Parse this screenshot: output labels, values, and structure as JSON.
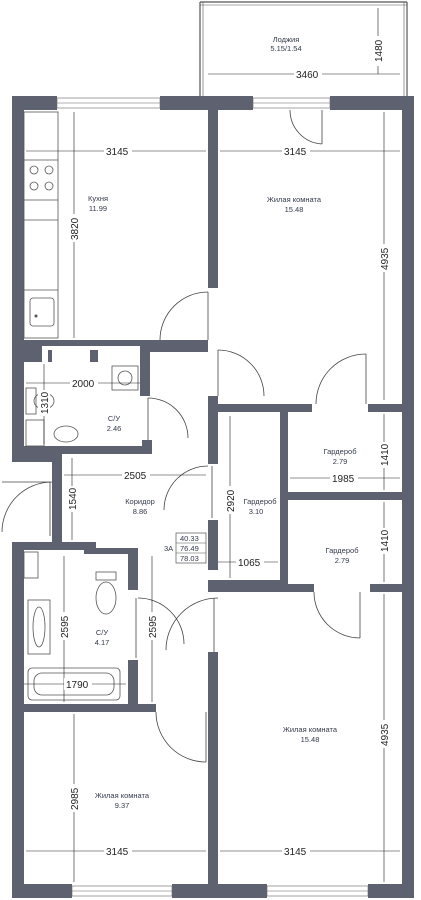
{
  "rooms": {
    "loggia": {
      "name": "Лоджия",
      "area": "5.15/1.54"
    },
    "kitchen": {
      "name": "Кухня",
      "area": "11.99"
    },
    "living_top": {
      "name": "Жилая комната",
      "area": "15.48"
    },
    "bath_top": {
      "name": "С/У",
      "area": "2.46"
    },
    "corridor": {
      "name": "Коридор",
      "area": "8.86"
    },
    "closet_mid": {
      "name": "Гардероб",
      "area": "3.10"
    },
    "closet_right_top": {
      "name": "Гардероб",
      "area": "2.79"
    },
    "closet_right_bottom": {
      "name": "Гардероб",
      "area": "2.79"
    },
    "bath_bottom": {
      "name": "С/У",
      "area": "4.17"
    },
    "living_bottom_right": {
      "name": "Жилая комната",
      "area": "15.48"
    },
    "living_bottom_left": {
      "name": "Жилая комната",
      "area": "9.37"
    }
  },
  "dimensions": {
    "loggia_height": "1480",
    "loggia_width": "3460",
    "kitchen_width": "3145",
    "living_top_width": "3145",
    "kitchen_height": "3820",
    "living_top_height": "4935",
    "bath_top_width": "2000",
    "bath_top_height": "1310",
    "corridor_width": "2505",
    "corridor_height": "1540",
    "closet_mid_height": "2920",
    "closet_mid_width": "1065",
    "closet_top_height": "1410",
    "closet_top_width": "1985",
    "closet_bottom_height": "1410",
    "bath_bottom_height_left": "2595",
    "bath_bottom_height_right": "2595",
    "bath_bottom_width": "1790",
    "living_bottom_right_height": "4935",
    "living_bottom_left_height": "2985",
    "living_bottom_left_width": "3145",
    "living_bottom_right_width": "3145"
  },
  "summary": {
    "rooms_label": "3А",
    "living_area": "40.33",
    "total_area": "76.49",
    "total_with_loggia": "78.03"
  }
}
